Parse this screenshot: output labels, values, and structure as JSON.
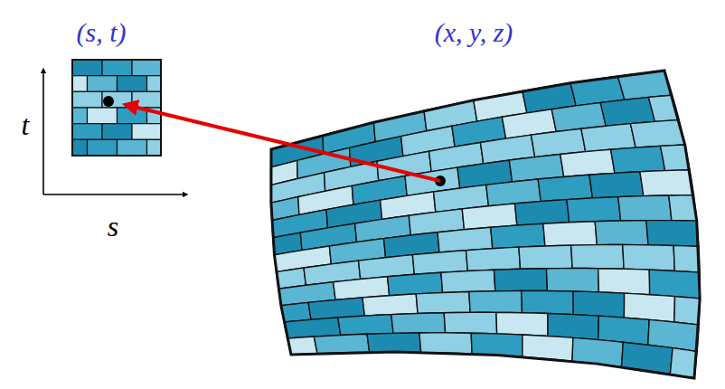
{
  "diagram": {
    "labels": [
      "(s, t)",
      "(x, y, z)",
      "t",
      "s"
    ]
  }
}
